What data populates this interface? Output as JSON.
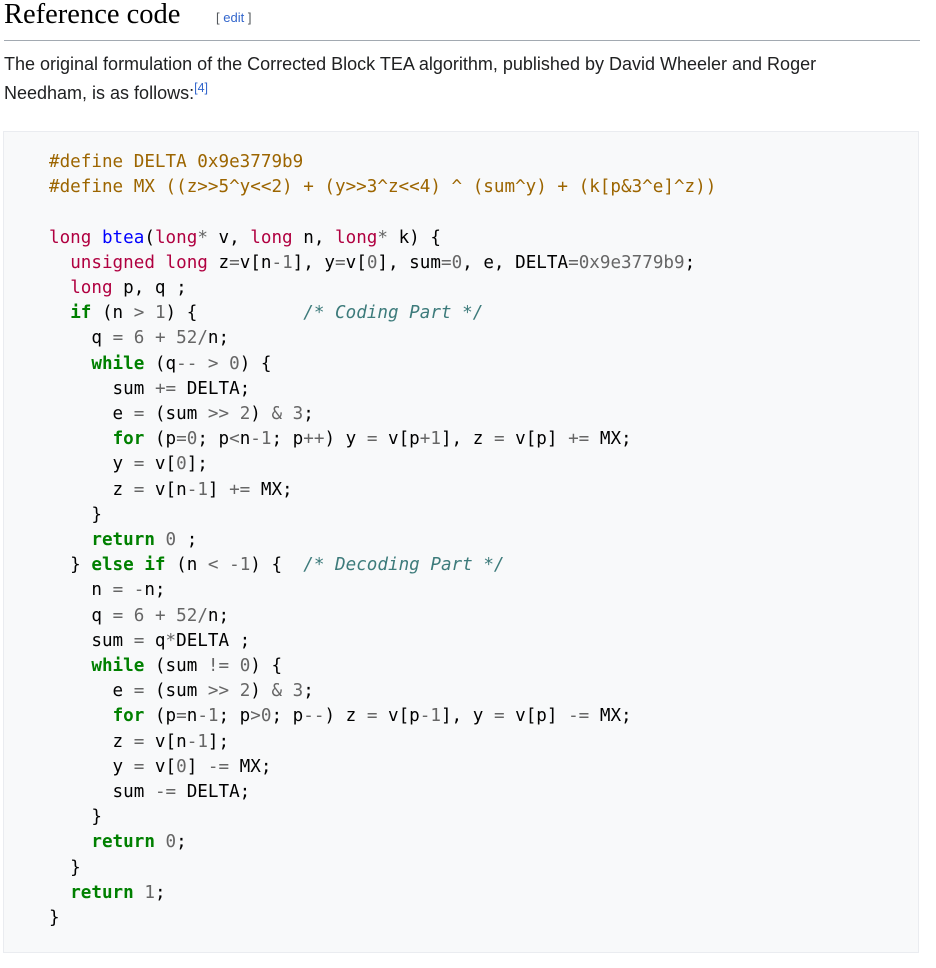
{
  "heading": {
    "title": "Reference code",
    "edit_open": "[ ",
    "edit_link": "edit",
    "edit_close": " ]"
  },
  "intro": {
    "text": "The original formulation of the Corrected Block TEA algorithm, published by David Wheeler and Roger Needham, is as follows:",
    "citation": "[4]"
  },
  "code": {
    "lines": [
      "#define DELTA 0x9e3779b9",
      "#define MX ((z>>5^y<<2) + (y>>3^z<<4) ^ (sum^y) + (k[p&3^e]^z))",
      "",
      "long btea(long* v, long n, long* k) {",
      "  unsigned long z=v[n-1], y=v[0], sum=0, e, DELTA=0x9e3779b9;",
      "  long p, q ;",
      "  if (n > 1) {          /* Coding Part */",
      "    q = 6 + 52/n;",
      "    while (q-- > 0) {",
      "      sum += DELTA;",
      "      e = (sum >> 2) & 3;",
      "      for (p=0; p<n-1; p++) y = v[p+1], z = v[p] += MX;",
      "      y = v[0];",
      "      z = v[n-1] += MX;",
      "    }",
      "    return 0 ;",
      "  } else if (n < -1) {  /* Decoding Part */",
      "    n = -n;",
      "    q = 6 + 52/n;",
      "    sum = q*DELTA ;",
      "    while (sum != 0) {",
      "      e = (sum >> 2) & 3;",
      "      for (p=n-1; p>0; p--) z = v[p-1], y = v[p] -= MX;",
      "      z = v[n-1];",
      "      y = v[0] -= MX;",
      "      sum -= DELTA;",
      "    }",
      "    return 0;",
      "  }",
      "  return 1;",
      "}"
    ]
  }
}
